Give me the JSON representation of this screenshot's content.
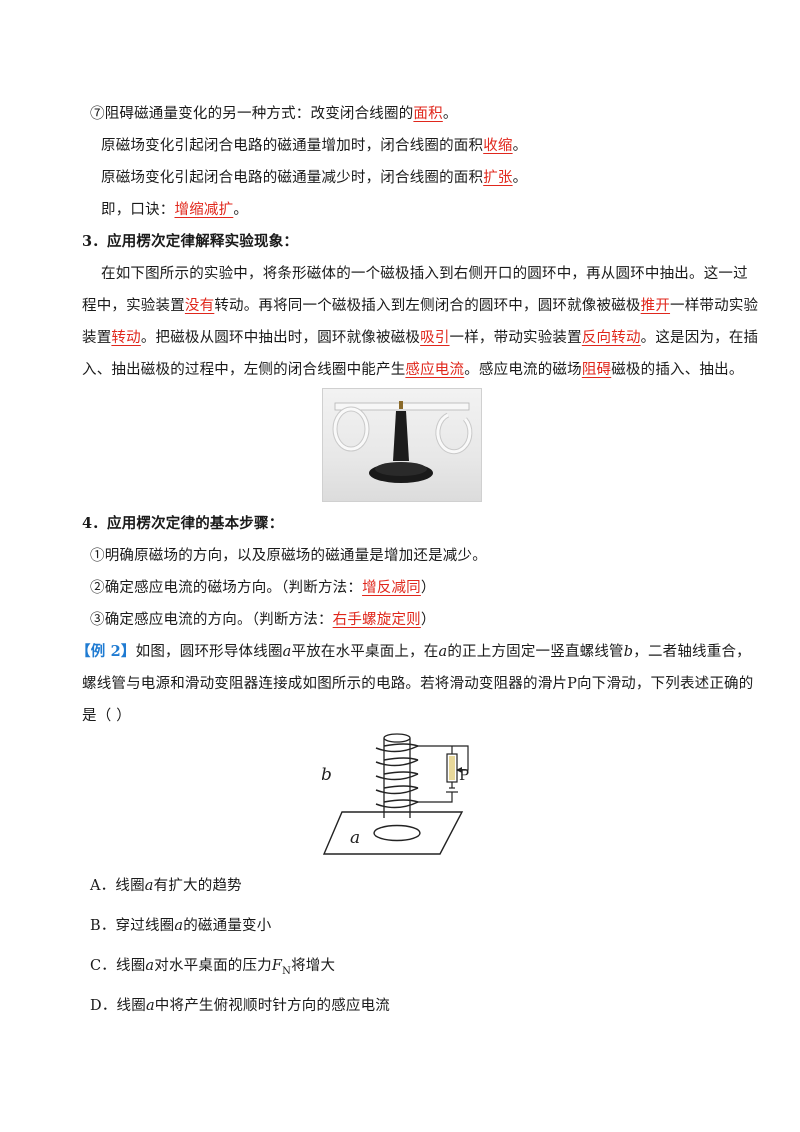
{
  "items": [
    {
      "id": "l1",
      "segs": [
        {
          "t": "⑦阻碍磁通量变化的另一种方式：改变闭合线圈的"
        },
        {
          "t": "面积",
          "c": "red"
        },
        {
          "t": "。"
        }
      ]
    },
    {
      "id": "l2",
      "segs": [
        {
          "t": "原磁场变化引起闭合电路的磁通量增加时，闭合线圈的面积"
        },
        {
          "t": "收缩",
          "c": "red"
        },
        {
          "t": "。"
        }
      ]
    },
    {
      "id": "l3",
      "segs": [
        {
          "t": "原磁场变化引起闭合电路的磁通量减少时，闭合线圈的面积"
        },
        {
          "t": "扩张",
          "c": "red"
        },
        {
          "t": "。"
        }
      ]
    },
    {
      "id": "l4",
      "segs": [
        {
          "t": "即，口诀："
        },
        {
          "t": "增缩减扩",
          "c": "red"
        },
        {
          "t": "。"
        }
      ]
    },
    {
      "id": "h3",
      "segs": [
        {
          "t": "3．应用楞次定律解释实验现象：",
          "c": "bold"
        }
      ]
    },
    {
      "id": "p1",
      "segs": [
        {
          "t": "在如下图所示的实验中，将条形磁体的一个磁极插入到右侧开口的圆环中，再从圆环中抽出。这一过"
        }
      ]
    },
    {
      "id": "p2",
      "segs": [
        {
          "t": "程中，实验装置"
        },
        {
          "t": "没有",
          "c": "red"
        },
        {
          "t": "转动。再将同一个磁极插入到左侧闭合的圆环中，圆环就像被磁极"
        },
        {
          "t": "推开",
          "c": "red"
        },
        {
          "t": "一样带动实验"
        }
      ]
    },
    {
      "id": "p3",
      "segs": [
        {
          "t": "装置"
        },
        {
          "t": "转动",
          "c": "red"
        },
        {
          "t": "。把磁极从圆环中抽出时，圆环就像被磁极"
        },
        {
          "t": "吸引",
          "c": "red"
        },
        {
          "t": "一样，带动实验装置"
        },
        {
          "t": "反向转动",
          "c": "red"
        },
        {
          "t": "。这是因为，在插"
        }
      ]
    },
    {
      "id": "p4",
      "segs": [
        {
          "t": "入、抽出磁极的过程中，左侧的闭合线圈中能产生"
        },
        {
          "t": "感应电流",
          "c": "red"
        },
        {
          "t": "。感应电流的磁场"
        },
        {
          "t": "阻碍",
          "c": "red"
        },
        {
          "t": "磁极的插入、抽出。"
        }
      ]
    },
    {
      "id": "h4",
      "segs": [
        {
          "t": "4．应用楞次定律的基本步骤：",
          "c": "bold"
        }
      ]
    },
    {
      "id": "s1",
      "segs": [
        {
          "t": "①明确原磁场的方向，以及原磁场的磁通量是增加还是减少。"
        }
      ]
    },
    {
      "id": "s2",
      "segs": [
        {
          "t": "②确定感应电流的磁场方向。（判断方法："
        },
        {
          "t": "增反减同",
          "c": "red"
        },
        {
          "t": "）"
        }
      ]
    },
    {
      "id": "s3",
      "segs": [
        {
          "t": "③确定感应电流的方向。（判断方法："
        },
        {
          "t": "右手螺旋定则",
          "c": "red"
        },
        {
          "t": "）"
        }
      ]
    },
    {
      "id": "e1",
      "segs": [
        {
          "t": "【例 2】",
          "c": "blue"
        },
        {
          "t": "如图，圆环形导体线圈"
        },
        {
          "t": "a",
          "c": "ital"
        },
        {
          "t": "平放在水平桌面上，在"
        },
        {
          "t": "a",
          "c": "ital"
        },
        {
          "t": "的正上方固定一竖直螺线管"
        },
        {
          "t": "b",
          "c": "ital"
        },
        {
          "t": "，二者轴线重合，"
        }
      ]
    },
    {
      "id": "e2",
      "segs": [
        {
          "t": "螺线管与电源和滑动变阻器连接成如图所示的电路。若将滑动变阻器的滑片P向下滑动，下列表述正确的"
        }
      ]
    },
    {
      "id": "e3",
      "segs": [
        {
          "t": "是（        ）"
        }
      ]
    },
    {
      "id": "oA",
      "segs": [
        {
          "t": "A．线圈"
        },
        {
          "t": "a",
          "c": "ital"
        },
        {
          "t": "有扩大的趋势"
        }
      ]
    },
    {
      "id": "oB",
      "segs": [
        {
          "t": "B．穿过线圈"
        },
        {
          "t": "a",
          "c": "ital"
        },
        {
          "t": "的磁通量变小"
        }
      ]
    },
    {
      "id": "oC",
      "segs": [
        {
          "t": "C．线圈"
        },
        {
          "t": "a",
          "c": "ital"
        },
        {
          "t": "对水平桌面的压力"
        },
        {
          "t": "F",
          "c": "ital"
        },
        {
          "t": "N",
          "c": "sub"
        },
        {
          "t": "将增大"
        }
      ]
    },
    {
      "id": "oD",
      "segs": [
        {
          "t": "D．线圈"
        },
        {
          "t": "a",
          "c": "ital"
        },
        {
          "t": "中将产生俯视顺时针方向的感应电流"
        }
      ]
    }
  ],
  "figure2": {
    "label_b": "b",
    "label_p": "P",
    "label_a": "a"
  }
}
